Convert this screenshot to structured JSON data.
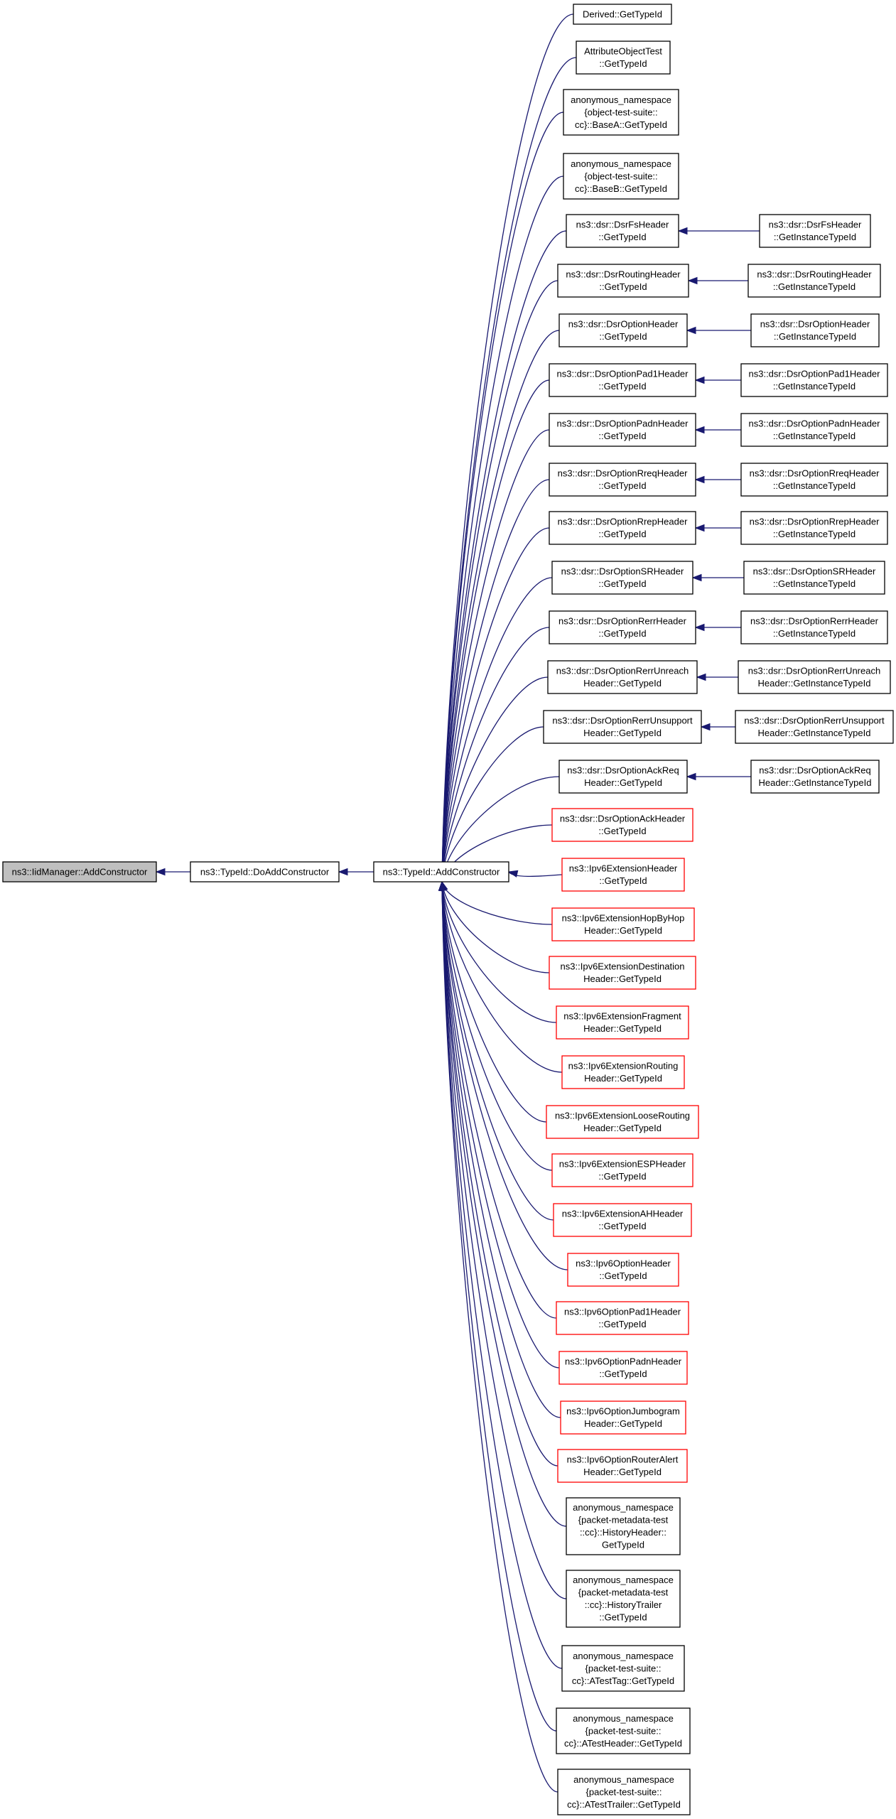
{
  "colors": {
    "edge": "#191970",
    "border": "#000000",
    "red_border": "#ff0000",
    "root_fill": "#bfbfbf"
  },
  "graph": {
    "nodes": [
      {
        "id": "root",
        "lines": [
          "ns3::IidManager::AddConstructor"
        ],
        "style": "root"
      },
      {
        "id": "doadd",
        "lines": [
          "ns3::TypeId::DoAddConstructor"
        ],
        "style": "normal"
      },
      {
        "id": "add",
        "lines": [
          "ns3::TypeId::AddConstructor"
        ],
        "style": "normal"
      },
      {
        "id": "c0",
        "lines": [
          "Derived::GetTypeId"
        ],
        "style": "normal"
      },
      {
        "id": "c1",
        "lines": [
          "AttributeObjectTest",
          "::GetTypeId"
        ],
        "style": "normal"
      },
      {
        "id": "c2",
        "lines": [
          "anonymous_namespace",
          "{object-test-suite::",
          "cc}::BaseA::GetTypeId"
        ],
        "style": "normal"
      },
      {
        "id": "c3",
        "lines": [
          "anonymous_namespace",
          "{object-test-suite::",
          "cc}::BaseB::GetTypeId"
        ],
        "style": "normal"
      },
      {
        "id": "c4",
        "lines": [
          "ns3::dsr::DsrFsHeader",
          "::GetTypeId"
        ],
        "style": "normal"
      },
      {
        "id": "c5",
        "lines": [
          "ns3::dsr::DsrRoutingHeader",
          "::GetTypeId"
        ],
        "style": "normal"
      },
      {
        "id": "c6",
        "lines": [
          "ns3::dsr::DsrOptionHeader",
          "::GetTypeId"
        ],
        "style": "normal"
      },
      {
        "id": "c7",
        "lines": [
          "ns3::dsr::DsrOptionPad1Header",
          "::GetTypeId"
        ],
        "style": "normal"
      },
      {
        "id": "c8",
        "lines": [
          "ns3::dsr::DsrOptionPadnHeader",
          "::GetTypeId"
        ],
        "style": "normal"
      },
      {
        "id": "c9",
        "lines": [
          "ns3::dsr::DsrOptionRreqHeader",
          "::GetTypeId"
        ],
        "style": "normal"
      },
      {
        "id": "c10",
        "lines": [
          "ns3::dsr::DsrOptionRrepHeader",
          "::GetTypeId"
        ],
        "style": "normal"
      },
      {
        "id": "c11",
        "lines": [
          "ns3::dsr::DsrOptionSRHeader",
          "::GetTypeId"
        ],
        "style": "normal"
      },
      {
        "id": "c12",
        "lines": [
          "ns3::dsr::DsrOptionRerrHeader",
          "::GetTypeId"
        ],
        "style": "normal"
      },
      {
        "id": "c13",
        "lines": [
          "ns3::dsr::DsrOptionRerrUnreach",
          "Header::GetTypeId"
        ],
        "style": "normal"
      },
      {
        "id": "c14",
        "lines": [
          "ns3::dsr::DsrOptionRerrUnsupport",
          "Header::GetTypeId"
        ],
        "style": "normal"
      },
      {
        "id": "c15",
        "lines": [
          "ns3::dsr::DsrOptionAckReq",
          "Header::GetTypeId"
        ],
        "style": "normal"
      },
      {
        "id": "c16",
        "lines": [
          "ns3::dsr::DsrOptionAckHeader",
          "::GetTypeId"
        ],
        "style": "red"
      },
      {
        "id": "c17",
        "lines": [
          "ns3::Ipv6ExtensionHeader",
          "::GetTypeId"
        ],
        "style": "red"
      },
      {
        "id": "c18",
        "lines": [
          "ns3::Ipv6ExtensionHopByHop",
          "Header::GetTypeId"
        ],
        "style": "red"
      },
      {
        "id": "c19",
        "lines": [
          "ns3::Ipv6ExtensionDestination",
          "Header::GetTypeId"
        ],
        "style": "red"
      },
      {
        "id": "c20",
        "lines": [
          "ns3::Ipv6ExtensionFragment",
          "Header::GetTypeId"
        ],
        "style": "red"
      },
      {
        "id": "c21",
        "lines": [
          "ns3::Ipv6ExtensionRouting",
          "Header::GetTypeId"
        ],
        "style": "red"
      },
      {
        "id": "c22",
        "lines": [
          "ns3::Ipv6ExtensionLooseRouting",
          "Header::GetTypeId"
        ],
        "style": "red"
      },
      {
        "id": "c23",
        "lines": [
          "ns3::Ipv6ExtensionESPHeader",
          "::GetTypeId"
        ],
        "style": "red"
      },
      {
        "id": "c24",
        "lines": [
          "ns3::Ipv6ExtensionAHHeader",
          "::GetTypeId"
        ],
        "style": "red"
      },
      {
        "id": "c25",
        "lines": [
          "ns3::Ipv6OptionHeader",
          "::GetTypeId"
        ],
        "style": "red"
      },
      {
        "id": "c26",
        "lines": [
          "ns3::Ipv6OptionPad1Header",
          "::GetTypeId"
        ],
        "style": "red"
      },
      {
        "id": "c27",
        "lines": [
          "ns3::Ipv6OptionPadnHeader",
          "::GetTypeId"
        ],
        "style": "red"
      },
      {
        "id": "c28",
        "lines": [
          "ns3::Ipv6OptionJumbogram",
          "Header::GetTypeId"
        ],
        "style": "red"
      },
      {
        "id": "c29",
        "lines": [
          "ns3::Ipv6OptionRouterAlert",
          "Header::GetTypeId"
        ],
        "style": "red"
      },
      {
        "id": "c30",
        "lines": [
          "anonymous_namespace",
          "{packet-metadata-test",
          "::cc}::HistoryHeader::",
          "GetTypeId"
        ],
        "style": "normal"
      },
      {
        "id": "c31",
        "lines": [
          "anonymous_namespace",
          "{packet-metadata-test",
          "::cc}::HistoryTrailer",
          "::GetTypeId"
        ],
        "style": "normal"
      },
      {
        "id": "c32",
        "lines": [
          "anonymous_namespace",
          "{packet-test-suite::",
          "cc}::ATestTag::GetTypeId"
        ],
        "style": "normal"
      },
      {
        "id": "c33",
        "lines": [
          "anonymous_namespace",
          "{packet-test-suite::",
          "cc}::ATestHeader::GetTypeId"
        ],
        "style": "normal"
      },
      {
        "id": "c34",
        "lines": [
          "anonymous_namespace",
          "{packet-test-suite::",
          "cc}::ATestTrailer::GetTypeId"
        ],
        "style": "normal"
      },
      {
        "id": "g4",
        "lines": [
          "ns3::dsr::DsrFsHeader",
          "::GetInstanceTypeId"
        ],
        "style": "normal"
      },
      {
        "id": "g5",
        "lines": [
          "ns3::dsr::DsrRoutingHeader",
          "::GetInstanceTypeId"
        ],
        "style": "normal"
      },
      {
        "id": "g6",
        "lines": [
          "ns3::dsr::DsrOptionHeader",
          "::GetInstanceTypeId"
        ],
        "style": "normal"
      },
      {
        "id": "g7",
        "lines": [
          "ns3::dsr::DsrOptionPad1Header",
          "::GetInstanceTypeId"
        ],
        "style": "normal"
      },
      {
        "id": "g8",
        "lines": [
          "ns3::dsr::DsrOptionPadnHeader",
          "::GetInstanceTypeId"
        ],
        "style": "normal"
      },
      {
        "id": "g9",
        "lines": [
          "ns3::dsr::DsrOptionRreqHeader",
          "::GetInstanceTypeId"
        ],
        "style": "normal"
      },
      {
        "id": "g10",
        "lines": [
          "ns3::dsr::DsrOptionRrepHeader",
          "::GetInstanceTypeId"
        ],
        "style": "normal"
      },
      {
        "id": "g11",
        "lines": [
          "ns3::dsr::DsrOptionSRHeader",
          "::GetInstanceTypeId"
        ],
        "style": "normal"
      },
      {
        "id": "g12",
        "lines": [
          "ns3::dsr::DsrOptionRerrHeader",
          "::GetInstanceTypeId"
        ],
        "style": "normal"
      },
      {
        "id": "g13",
        "lines": [
          "ns3::dsr::DsrOptionRerrUnreach",
          "Header::GetInstanceTypeId"
        ],
        "style": "normal"
      },
      {
        "id": "g14",
        "lines": [
          "ns3::dsr::DsrOptionRerrUnsupport",
          "Header::GetInstanceTypeId"
        ],
        "style": "normal"
      },
      {
        "id": "g15",
        "lines": [
          "ns3::dsr::DsrOptionAckReq",
          "Header::GetInstanceTypeId"
        ],
        "style": "normal"
      }
    ],
    "edges": [
      {
        "from": "doadd",
        "to": "root"
      },
      {
        "from": "add",
        "to": "doadd"
      },
      {
        "from": "c0",
        "to": "add"
      },
      {
        "from": "c1",
        "to": "add"
      },
      {
        "from": "c2",
        "to": "add"
      },
      {
        "from": "c3",
        "to": "add"
      },
      {
        "from": "c4",
        "to": "add"
      },
      {
        "from": "c5",
        "to": "add"
      },
      {
        "from": "c6",
        "to": "add"
      },
      {
        "from": "c7",
        "to": "add"
      },
      {
        "from": "c8",
        "to": "add"
      },
      {
        "from": "c9",
        "to": "add"
      },
      {
        "from": "c10",
        "to": "add"
      },
      {
        "from": "c11",
        "to": "add"
      },
      {
        "from": "c12",
        "to": "add"
      },
      {
        "from": "c13",
        "to": "add"
      },
      {
        "from": "c14",
        "to": "add"
      },
      {
        "from": "c15",
        "to": "add"
      },
      {
        "from": "c16",
        "to": "add"
      },
      {
        "from": "c17",
        "to": "add"
      },
      {
        "from": "c18",
        "to": "add"
      },
      {
        "from": "c19",
        "to": "add"
      },
      {
        "from": "c20",
        "to": "add"
      },
      {
        "from": "c21",
        "to": "add"
      },
      {
        "from": "c22",
        "to": "add"
      },
      {
        "from": "c23",
        "to": "add"
      },
      {
        "from": "c24",
        "to": "add"
      },
      {
        "from": "c25",
        "to": "add"
      },
      {
        "from": "c26",
        "to": "add"
      },
      {
        "from": "c27",
        "to": "add"
      },
      {
        "from": "c28",
        "to": "add"
      },
      {
        "from": "c29",
        "to": "add"
      },
      {
        "from": "c30",
        "to": "add"
      },
      {
        "from": "c31",
        "to": "add"
      },
      {
        "from": "c32",
        "to": "add"
      },
      {
        "from": "c33",
        "to": "add"
      },
      {
        "from": "c34",
        "to": "add"
      },
      {
        "from": "g4",
        "to": "c4"
      },
      {
        "from": "g5",
        "to": "c5"
      },
      {
        "from": "g6",
        "to": "c6"
      },
      {
        "from": "g7",
        "to": "c7"
      },
      {
        "from": "g8",
        "to": "c8"
      },
      {
        "from": "g9",
        "to": "c9"
      },
      {
        "from": "g10",
        "to": "c10"
      },
      {
        "from": "g11",
        "to": "c11"
      },
      {
        "from": "g12",
        "to": "c12"
      },
      {
        "from": "g13",
        "to": "c13"
      },
      {
        "from": "g14",
        "to": "c14"
      },
      {
        "from": "g15",
        "to": "c15"
      }
    ]
  }
}
